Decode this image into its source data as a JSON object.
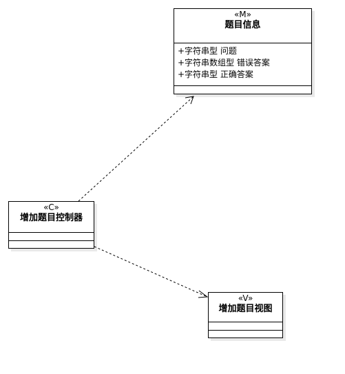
{
  "classes": {
    "model": {
      "stereotype": "«M»",
      "name": "题目信息",
      "attributes": [
        "+字符串型 问题",
        "+字符串数组型  错误答案",
        "+字符串型 正确答案"
      ]
    },
    "controller": {
      "stereotype": "«C»",
      "name": "增加题目控制器"
    },
    "view": {
      "stereotype": "«V»",
      "name": "增加题目视图"
    }
  },
  "relations": [
    {
      "from": "controller",
      "to": "model",
      "kind": "dependency",
      "line_style": "dashed",
      "arrow": "open"
    },
    {
      "from": "controller",
      "to": "view",
      "kind": "dependency",
      "line_style": "dashed",
      "arrow": "open"
    }
  ],
  "colors": {
    "stroke": "#000000",
    "fill": "#ffffff",
    "shadow": "#e9e9e9"
  }
}
